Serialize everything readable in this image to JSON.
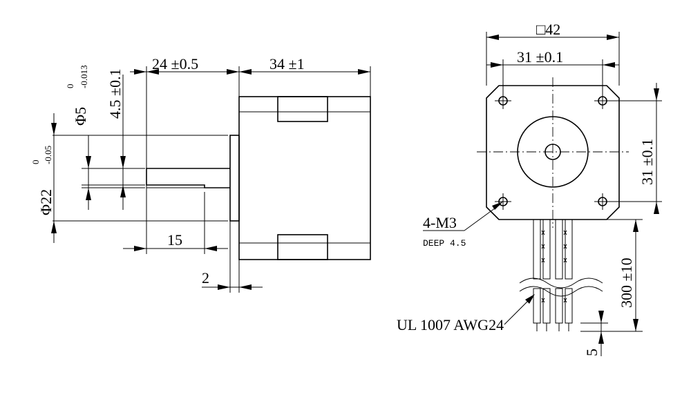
{
  "side_view": {
    "dim_shaft_length": "24 ±0.5",
    "dim_body_length": "34 ±1",
    "dim_flat_length": "15",
    "dim_boss_height": "2",
    "dim_flat_depth": "4.5 ±0.1",
    "dim_shaft_dia": "Φ5",
    "dim_shaft_dia_tol_upper": "0",
    "dim_shaft_dia_tol_lower": "-0.013",
    "dim_boss_dia": "Φ22",
    "dim_boss_dia_tol_upper": "0",
    "dim_boss_dia_tol_lower": "-0.05"
  },
  "front_view": {
    "dim_body_square": "□42",
    "dim_hole_spacing_h": "31 ±0.1",
    "dim_hole_spacing_v": "31 ±0.1",
    "dim_lead_length": "300 ±10",
    "dim_strip_length": "5",
    "label_holes": "4-M3",
    "label_holes_depth": "DEEP 4.5",
    "label_wire": "UL 1007 AWG24"
  }
}
